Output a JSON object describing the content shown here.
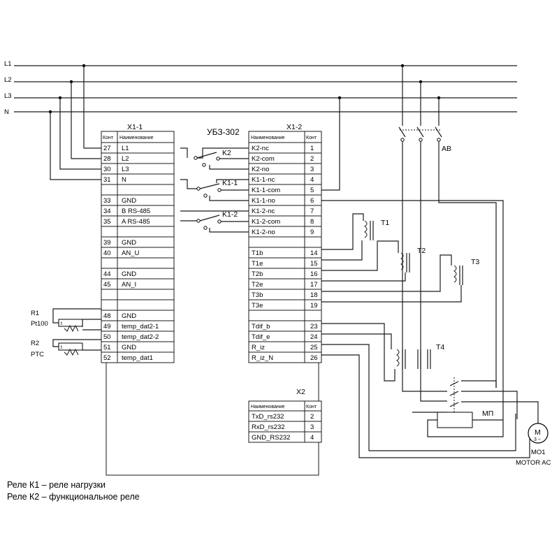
{
  "lines": [
    "L1",
    "L2",
    "L3",
    "N"
  ],
  "device_title": "УБЗ-302",
  "x11": {
    "title": "X1-1",
    "col_num": "Конт",
    "col_name": "Наименование",
    "rows": [
      {
        "n": "27",
        "name": "L1"
      },
      {
        "n": "28",
        "name": "L2"
      },
      {
        "n": "30",
        "name": "L3"
      },
      {
        "n": "31",
        "name": "N"
      },
      {
        "n": "",
        "name": ""
      },
      {
        "n": "33",
        "name": "GND"
      },
      {
        "n": "34",
        "name": "B  RS-485"
      },
      {
        "n": "35",
        "name": "A  RS-485"
      },
      {
        "n": "",
        "name": ""
      },
      {
        "n": "39",
        "name": "GND"
      },
      {
        "n": "40",
        "name": "AN_U"
      },
      {
        "n": "",
        "name": ""
      },
      {
        "n": "44",
        "name": "GND"
      },
      {
        "n": "45",
        "name": "AN_I"
      },
      {
        "n": "",
        "name": ""
      },
      {
        "n": "",
        "name": ""
      },
      {
        "n": "48",
        "name": "GND"
      },
      {
        "n": "49",
        "name": "temp_dat2-1"
      },
      {
        "n": "50",
        "name": "temp_dat2-2"
      },
      {
        "n": "51",
        "name": "GND"
      },
      {
        "n": "52",
        "name": "temp_dat1"
      }
    ]
  },
  "x12": {
    "title": "X1-2",
    "col_name": "Наименование",
    "col_num": "Конт",
    "rows": [
      {
        "name": "K2-nc",
        "n": "1"
      },
      {
        "name": "K2-com",
        "n": "2"
      },
      {
        "name": "K2-no",
        "n": "3"
      },
      {
        "name": "K1-1-nc",
        "n": "4"
      },
      {
        "name": "K1-1-com",
        "n": "5"
      },
      {
        "name": "K1-1-no",
        "n": "6"
      },
      {
        "name": "K1-2-nc",
        "n": "7"
      },
      {
        "name": "K1-2-com",
        "n": "8"
      },
      {
        "name": "K1-2-no",
        "n": "9"
      },
      {
        "name": "",
        "n": ""
      },
      {
        "name": "T1b",
        "n": "14"
      },
      {
        "name": "T1e",
        "n": "15"
      },
      {
        "name": "T2b",
        "n": "16"
      },
      {
        "name": "T2e",
        "n": "17"
      },
      {
        "name": "T3b",
        "n": "18"
      },
      {
        "name": "T3e",
        "n": "19"
      },
      {
        "name": "",
        "n": ""
      },
      {
        "name": "Tdif_b",
        "n": "23"
      },
      {
        "name": "Tdif_e",
        "n": "24"
      },
      {
        "name": "R_iz",
        "n": "25"
      },
      {
        "name": "R_iz_N",
        "n": "26"
      }
    ]
  },
  "x2": {
    "title": "X2",
    "col_name": "Наименование",
    "col_num": "Конт",
    "rows": [
      {
        "name": "TxD_rs232",
        "n": "2"
      },
      {
        "name": "RxD_rs232",
        "n": "3"
      },
      {
        "name": "GND_RS232",
        "n": "4"
      }
    ]
  },
  "relay_labels": [
    "K2",
    "K1-1",
    "K1-2"
  ],
  "sensors": [
    {
      "ref": "R1",
      "type": "Pt100",
      "sym": "t"
    },
    {
      "ref": "R2",
      "type": "PTC",
      "sym": "t"
    }
  ],
  "transformers": [
    "T1",
    "T2",
    "T3",
    "T4"
  ],
  "breaker": "АВ",
  "starter": "МП",
  "motor": {
    "ref": "MO1",
    "type": "MOTOR AC",
    "symbol": "M",
    "phase": "3 ~"
  },
  "notes": [
    "Реле К1 – реле нагрузки",
    "Реле К2 – функциональное реле"
  ]
}
